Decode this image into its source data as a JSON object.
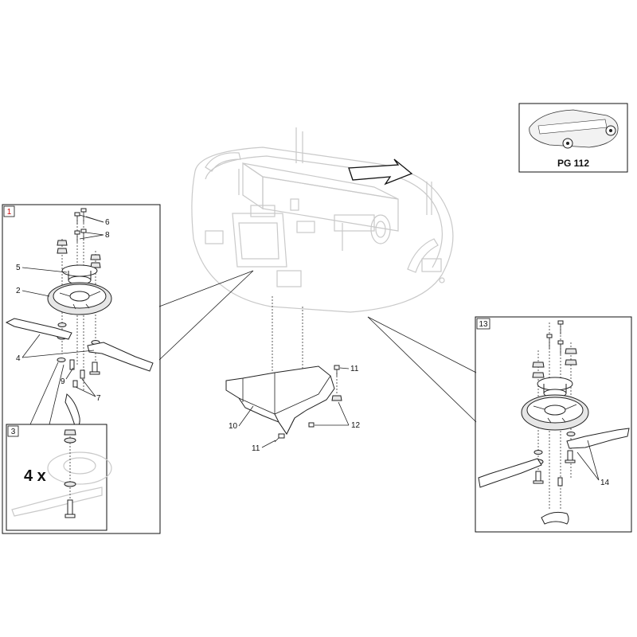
{
  "reference_box": {
    "page_label": "PG 112"
  },
  "detail_box_1": {
    "number": "1",
    "number_color": "#cc0000",
    "callouts": [
      "6",
      "8",
      "5",
      "2",
      "4",
      "9",
      "7"
    ]
  },
  "detail_box_3": {
    "number": "3",
    "multiplier": "4 x"
  },
  "detail_box_13": {
    "number": "13",
    "callouts": [
      "14"
    ]
  },
  "center_bracket": {
    "callouts": [
      "11",
      "10",
      "12",
      "11"
    ]
  },
  "colors": {
    "ghost": "#c9c9c9",
    "line": "#222222",
    "box_1_number": "#cc0000"
  }
}
